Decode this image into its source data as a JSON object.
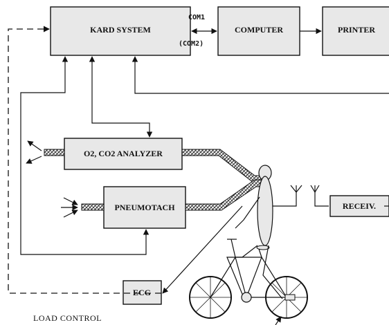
{
  "blocks": {
    "kard_system": "KARD SYSTEM",
    "computer": "COMPUTER",
    "printer": "PRINTER",
    "analyzer": "O2, CO2 ANALYZER",
    "pneumotach": "PNEUMOTACH",
    "receiver": "RECEIV.",
    "ecg": "ECG"
  },
  "links": {
    "com1": "COM1",
    "com2": "(COM2)"
  },
  "captions": {
    "load_control": "LOAD CONTROL"
  },
  "icons": [
    "rider-figure",
    "bicycle-ergometer",
    "antenna",
    "gas-tube"
  ]
}
